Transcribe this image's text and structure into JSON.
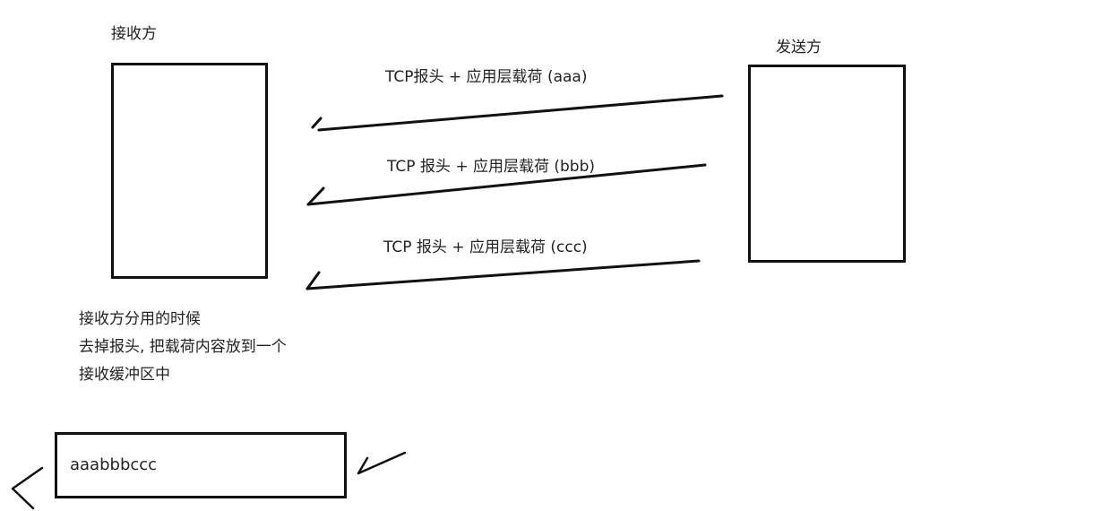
{
  "receiver": {
    "title": "接收方"
  },
  "sender": {
    "title": "发送方"
  },
  "segments": [
    {
      "label": "TCP报头 + 应用层载荷 (aaa)"
    },
    {
      "label": "TCP 报头 + 应用层载荷 (bbb)"
    },
    {
      "label": "TCP 报头 + 应用层载荷 (ccc)"
    }
  ],
  "note": {
    "lines": [
      "接收方分用的时候",
      "去掉报头, 把载荷内容放到一个",
      "接收缓冲区中"
    ]
  },
  "buffer": {
    "content": "aaabbbccc"
  },
  "colors": {
    "stroke": "#111111",
    "text": "#222222",
    "background": "#ffffff"
  }
}
